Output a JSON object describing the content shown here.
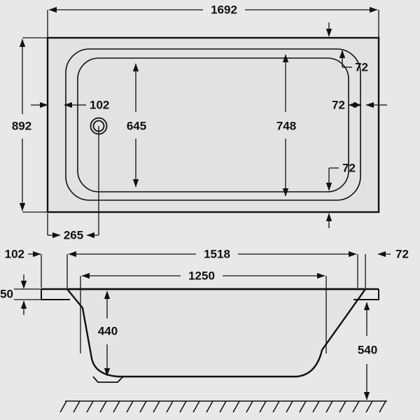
{
  "drawing": {
    "title": "Bathtub technical dimension drawing",
    "units": "mm",
    "background_color": "#e8e8e8",
    "line_color": "#111111",
    "fill_color": "#e2e2e2"
  },
  "plan_view": {
    "name": "top-plan-view",
    "dimensions": {
      "overall_length": "1692",
      "overall_width": "892",
      "rim_width_left": "102",
      "inner_length_offset": "265",
      "inner_width_inner": "645",
      "inner_width_outer": "748",
      "rim_top": "72",
      "rim_right": "72",
      "rim_bottom": "72"
    },
    "features": {
      "waste_outlet": "drain-hole"
    }
  },
  "side_view": {
    "name": "front-section-view",
    "dimensions": {
      "rim_overhang_left": "102",
      "rim_thickness": "50",
      "top_inner_length": "1518",
      "base_inner_length": "1250",
      "internal_depth": "440",
      "overall_height": "540",
      "rim_overhang_right": "72"
    },
    "features": {
      "ground_line": "hatched-floor-line",
      "foot": "base-boss"
    }
  },
  "labels": {
    "l1692": "1692",
    "l892": "892",
    "l102_plan": "102",
    "l645": "645",
    "l748": "748",
    "l72_top": "72",
    "l72_right": "72",
    "l72_bottom": "72",
    "l265": "265",
    "l102_side": "102",
    "l50": "50",
    "l1518": "1518",
    "l1250": "1250",
    "l440": "440",
    "l540": "540",
    "l72_side": "72"
  }
}
